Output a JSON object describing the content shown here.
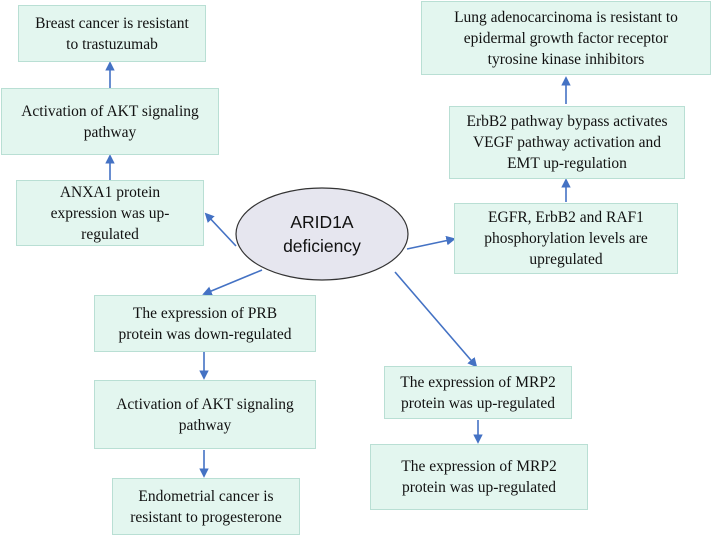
{
  "center": {
    "label": "ARID1A\ndeficiency"
  },
  "boxes": {
    "breast_resistant": "Breast cancer is resistant\nto trastuzumab",
    "akt_left_top": "Activation of AKT signaling\npathway",
    "anxa1": "ANXA1 protein\nexpression was up-\nregulated",
    "prb": "The expression of PRB\nprotein was down-regulated",
    "akt_left_bottom": "Activation of AKT signaling\npathway",
    "endometrial": "Endometrial cancer is\nresistant to progesterone",
    "lung": "Lung adenocarcinoma is resistant to\nepidermal growth factor receptor\ntyrosine kinase inhibitors",
    "erbb2_bypass": "ErbB2 pathway bypass activates\nVEGF pathway activation and\nEMT up-regulation",
    "egfr": "EGFR, ErbB2 and RAF1\nphosphorylation levels are\nupregulated",
    "mrp2_top": "The expression of MRP2\nprotein was up-regulated",
    "mrp2_bottom": "The expression of MRP2\nprotein was up-regulated"
  },
  "colors": {
    "box_fill": "#e3f6ef",
    "box_border": "#b9dfd4",
    "ellipse_fill": "#e6e6ef",
    "arrow": "#4472c4"
  }
}
